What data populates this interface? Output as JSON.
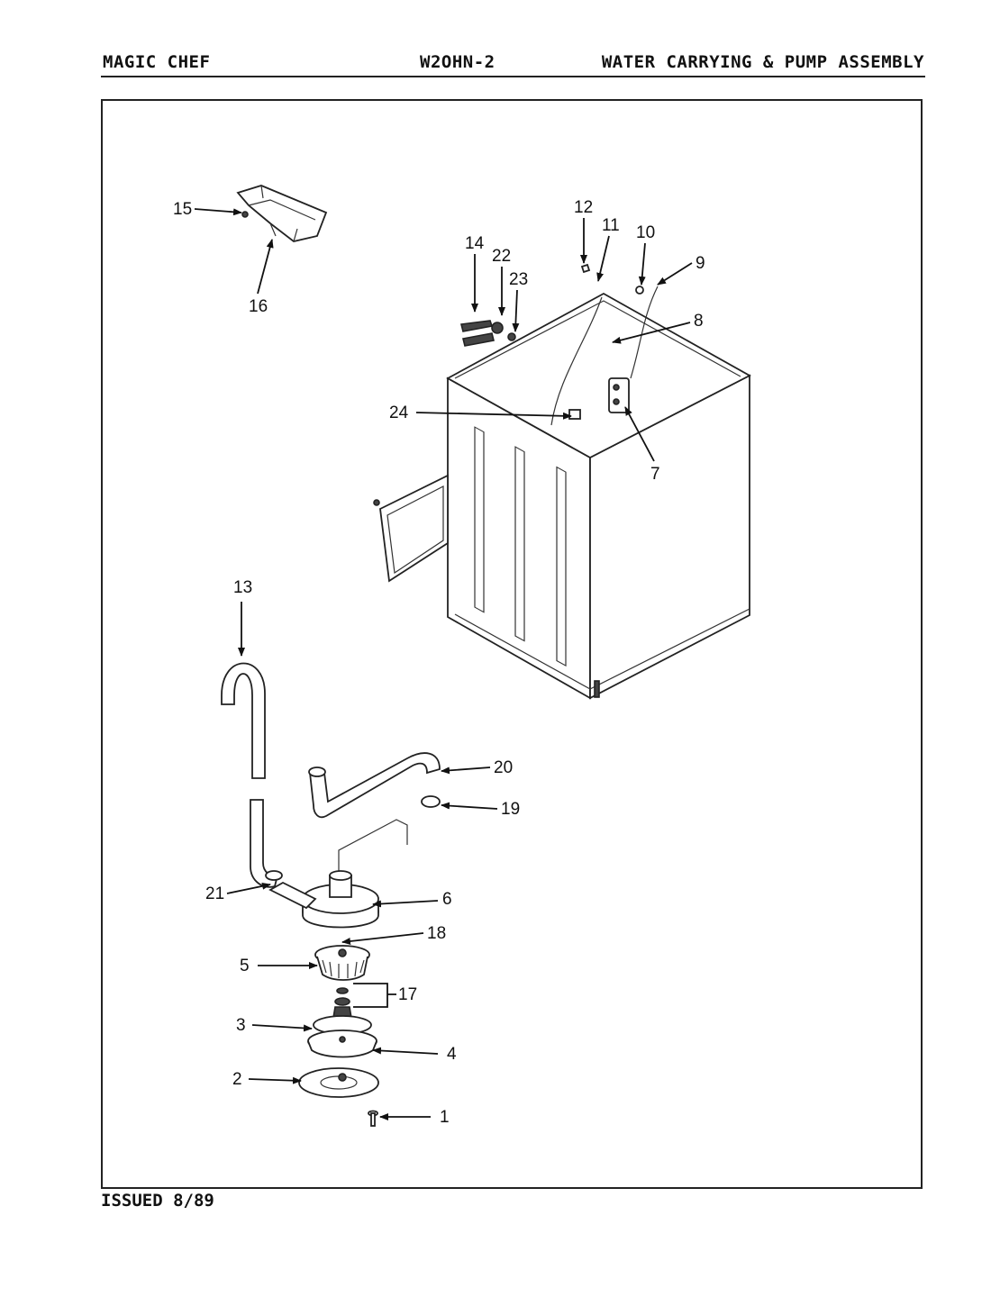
{
  "header": {
    "brand": "MAGIC CHEF",
    "model": "W2OHN-2",
    "section": "WATER CARRYING & PUMP ASSEMBLY"
  },
  "footer": {
    "issued": "ISSUED 8/89"
  },
  "callouts": {
    "c1": "1",
    "c2": "2",
    "c3": "3",
    "c4": "4",
    "c5": "5",
    "c6": "6",
    "c7": "7",
    "c8": "8",
    "c9": "9",
    "c10": "10",
    "c11": "11",
    "c12": "12",
    "c13": "13",
    "c14": "14",
    "c15": "15",
    "c16": "16",
    "c17": "17",
    "c18": "18",
    "c19": "19",
    "c20": "20",
    "c21": "21",
    "c22": "22",
    "c23": "23",
    "c24": "24"
  }
}
